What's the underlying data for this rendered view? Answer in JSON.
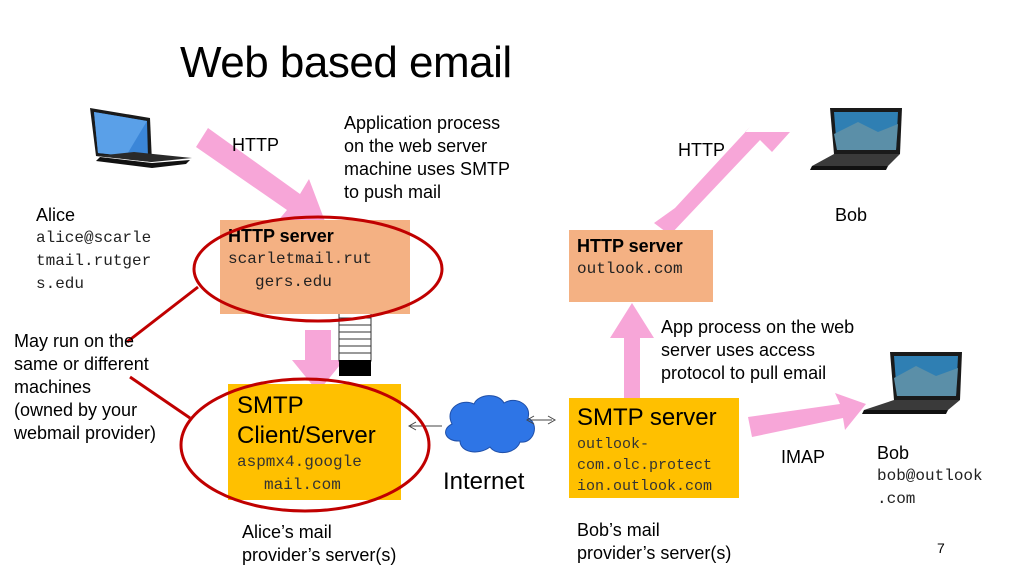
{
  "title": "Web based email",
  "labels": {
    "http_left": "HTTP",
    "http_right": "HTTP",
    "imap": "IMAP",
    "internet": "Internet",
    "page_number": "7"
  },
  "notes": {
    "app_process_push": [
      "Application process",
      "on the web server",
      "machine uses SMTP",
      "to push mail"
    ],
    "app_process_pull": [
      "App process on the web",
      "server uses access",
      "protocol to pull email"
    ],
    "may_run": [
      "May run on the",
      "same or different",
      "machines",
      "(owned by your",
      "webmail provider)"
    ],
    "alice_provider": [
      "Alice’s mail",
      "provider’s server(s)"
    ],
    "bob_provider": [
      "Bob’s mail",
      "provider’s server(s)"
    ]
  },
  "alice": {
    "name": "Alice",
    "email_lines": [
      "alice@scarle",
      "tmail.rutger",
      "s.edu"
    ]
  },
  "bob_top": {
    "name": "Bob"
  },
  "bob_bottom": {
    "name": "Bob",
    "email_lines": [
      "bob@outlook",
      ".com"
    ]
  },
  "http_server_left": {
    "label": "HTTP server",
    "host_lines": [
      "scarletmail.rut",
      "gers.edu"
    ]
  },
  "http_server_right": {
    "label": "HTTP server",
    "host_lines": [
      "outlook.com"
    ]
  },
  "smtp_left": {
    "label_lines": [
      "SMTP",
      "Client/Server"
    ],
    "host_lines": [
      "aspmx4.google",
      "mail.com"
    ]
  },
  "smtp_right": {
    "label": "SMTP server",
    "host_lines": [
      "outlook-",
      "com.olc.protect",
      "ion.outlook.com"
    ]
  },
  "colors": {
    "arrow_pink": "#f7a6d8",
    "server_orange": "#f4b183",
    "smtp_yellow": "#ffc000",
    "circle_red": "#c00000",
    "cloud_blue": "#2e75e6"
  }
}
